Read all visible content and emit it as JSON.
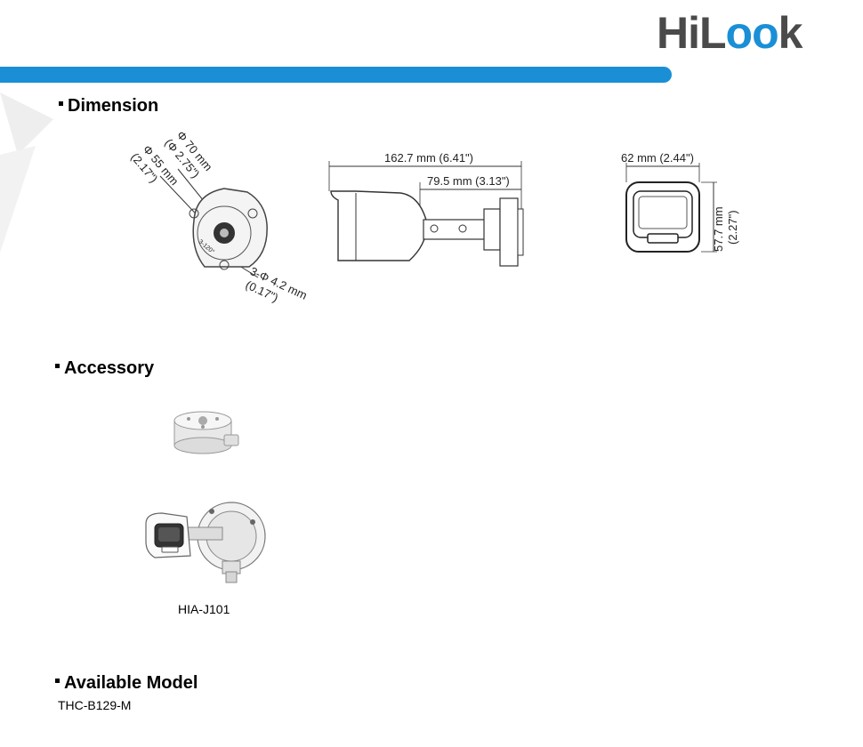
{
  "header": {
    "logo_text": "HiLook",
    "brand_color": "#1a8fd6"
  },
  "sections": {
    "dimension": "Dimension",
    "accessory": "Accessory",
    "available_model": "Available Model"
  },
  "dimension": {
    "front": {
      "outer_dia": "Φ 70 mm",
      "outer_dia_in": "(Φ 2.75\")",
      "inner_dia": "Φ 55 mm",
      "inner_dia_in": "(2.17\")",
      "hole": "3-Φ 4.2 mm",
      "hole_in": "(0.17\")",
      "angle": "3-120°"
    },
    "side": {
      "length": "162.7 mm (6.41\")",
      "mount": "79.5 mm (3.13\")"
    },
    "back": {
      "width": "62 mm (2.44\")",
      "height": "57.7 mm",
      "height_in": "(2.27\")"
    }
  },
  "accessory": {
    "caption": "HIA-J101"
  },
  "model": {
    "name": "THC-B129-M"
  }
}
